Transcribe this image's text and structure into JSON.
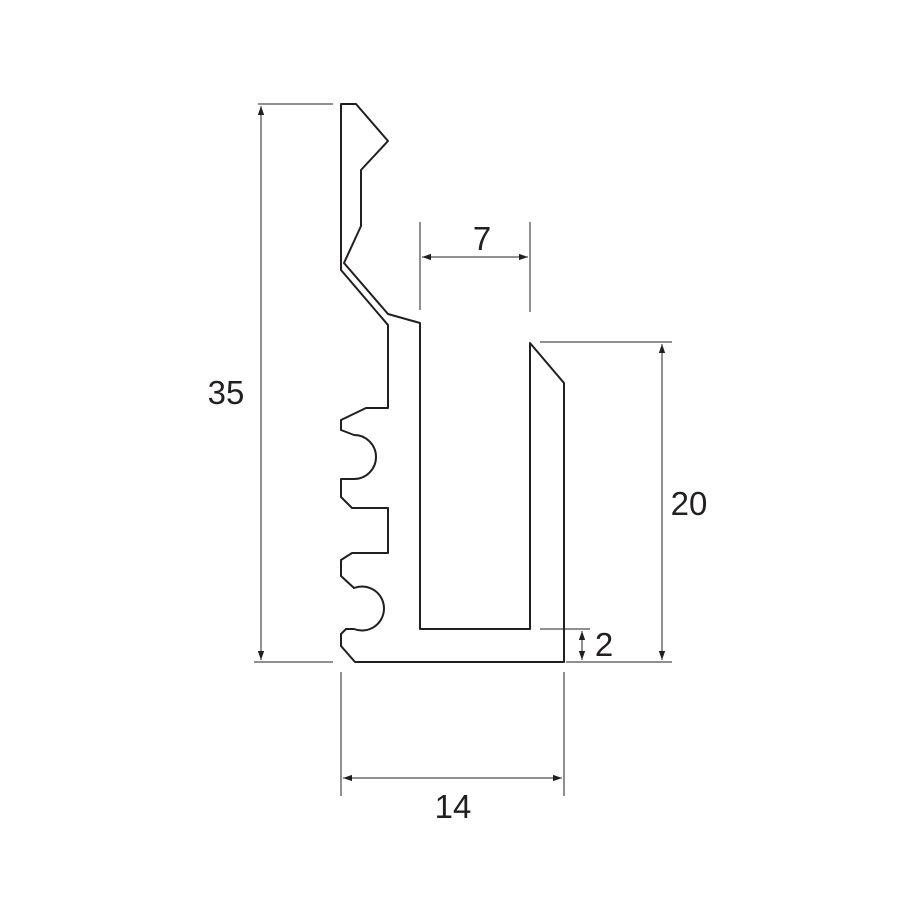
{
  "dimensions": {
    "total_height": "35",
    "channel_width": "7",
    "channel_wall_height": "20",
    "base_thickness": "2",
    "total_width": "14"
  },
  "colors": {
    "line": "#231f20",
    "background": "#ffffff"
  }
}
